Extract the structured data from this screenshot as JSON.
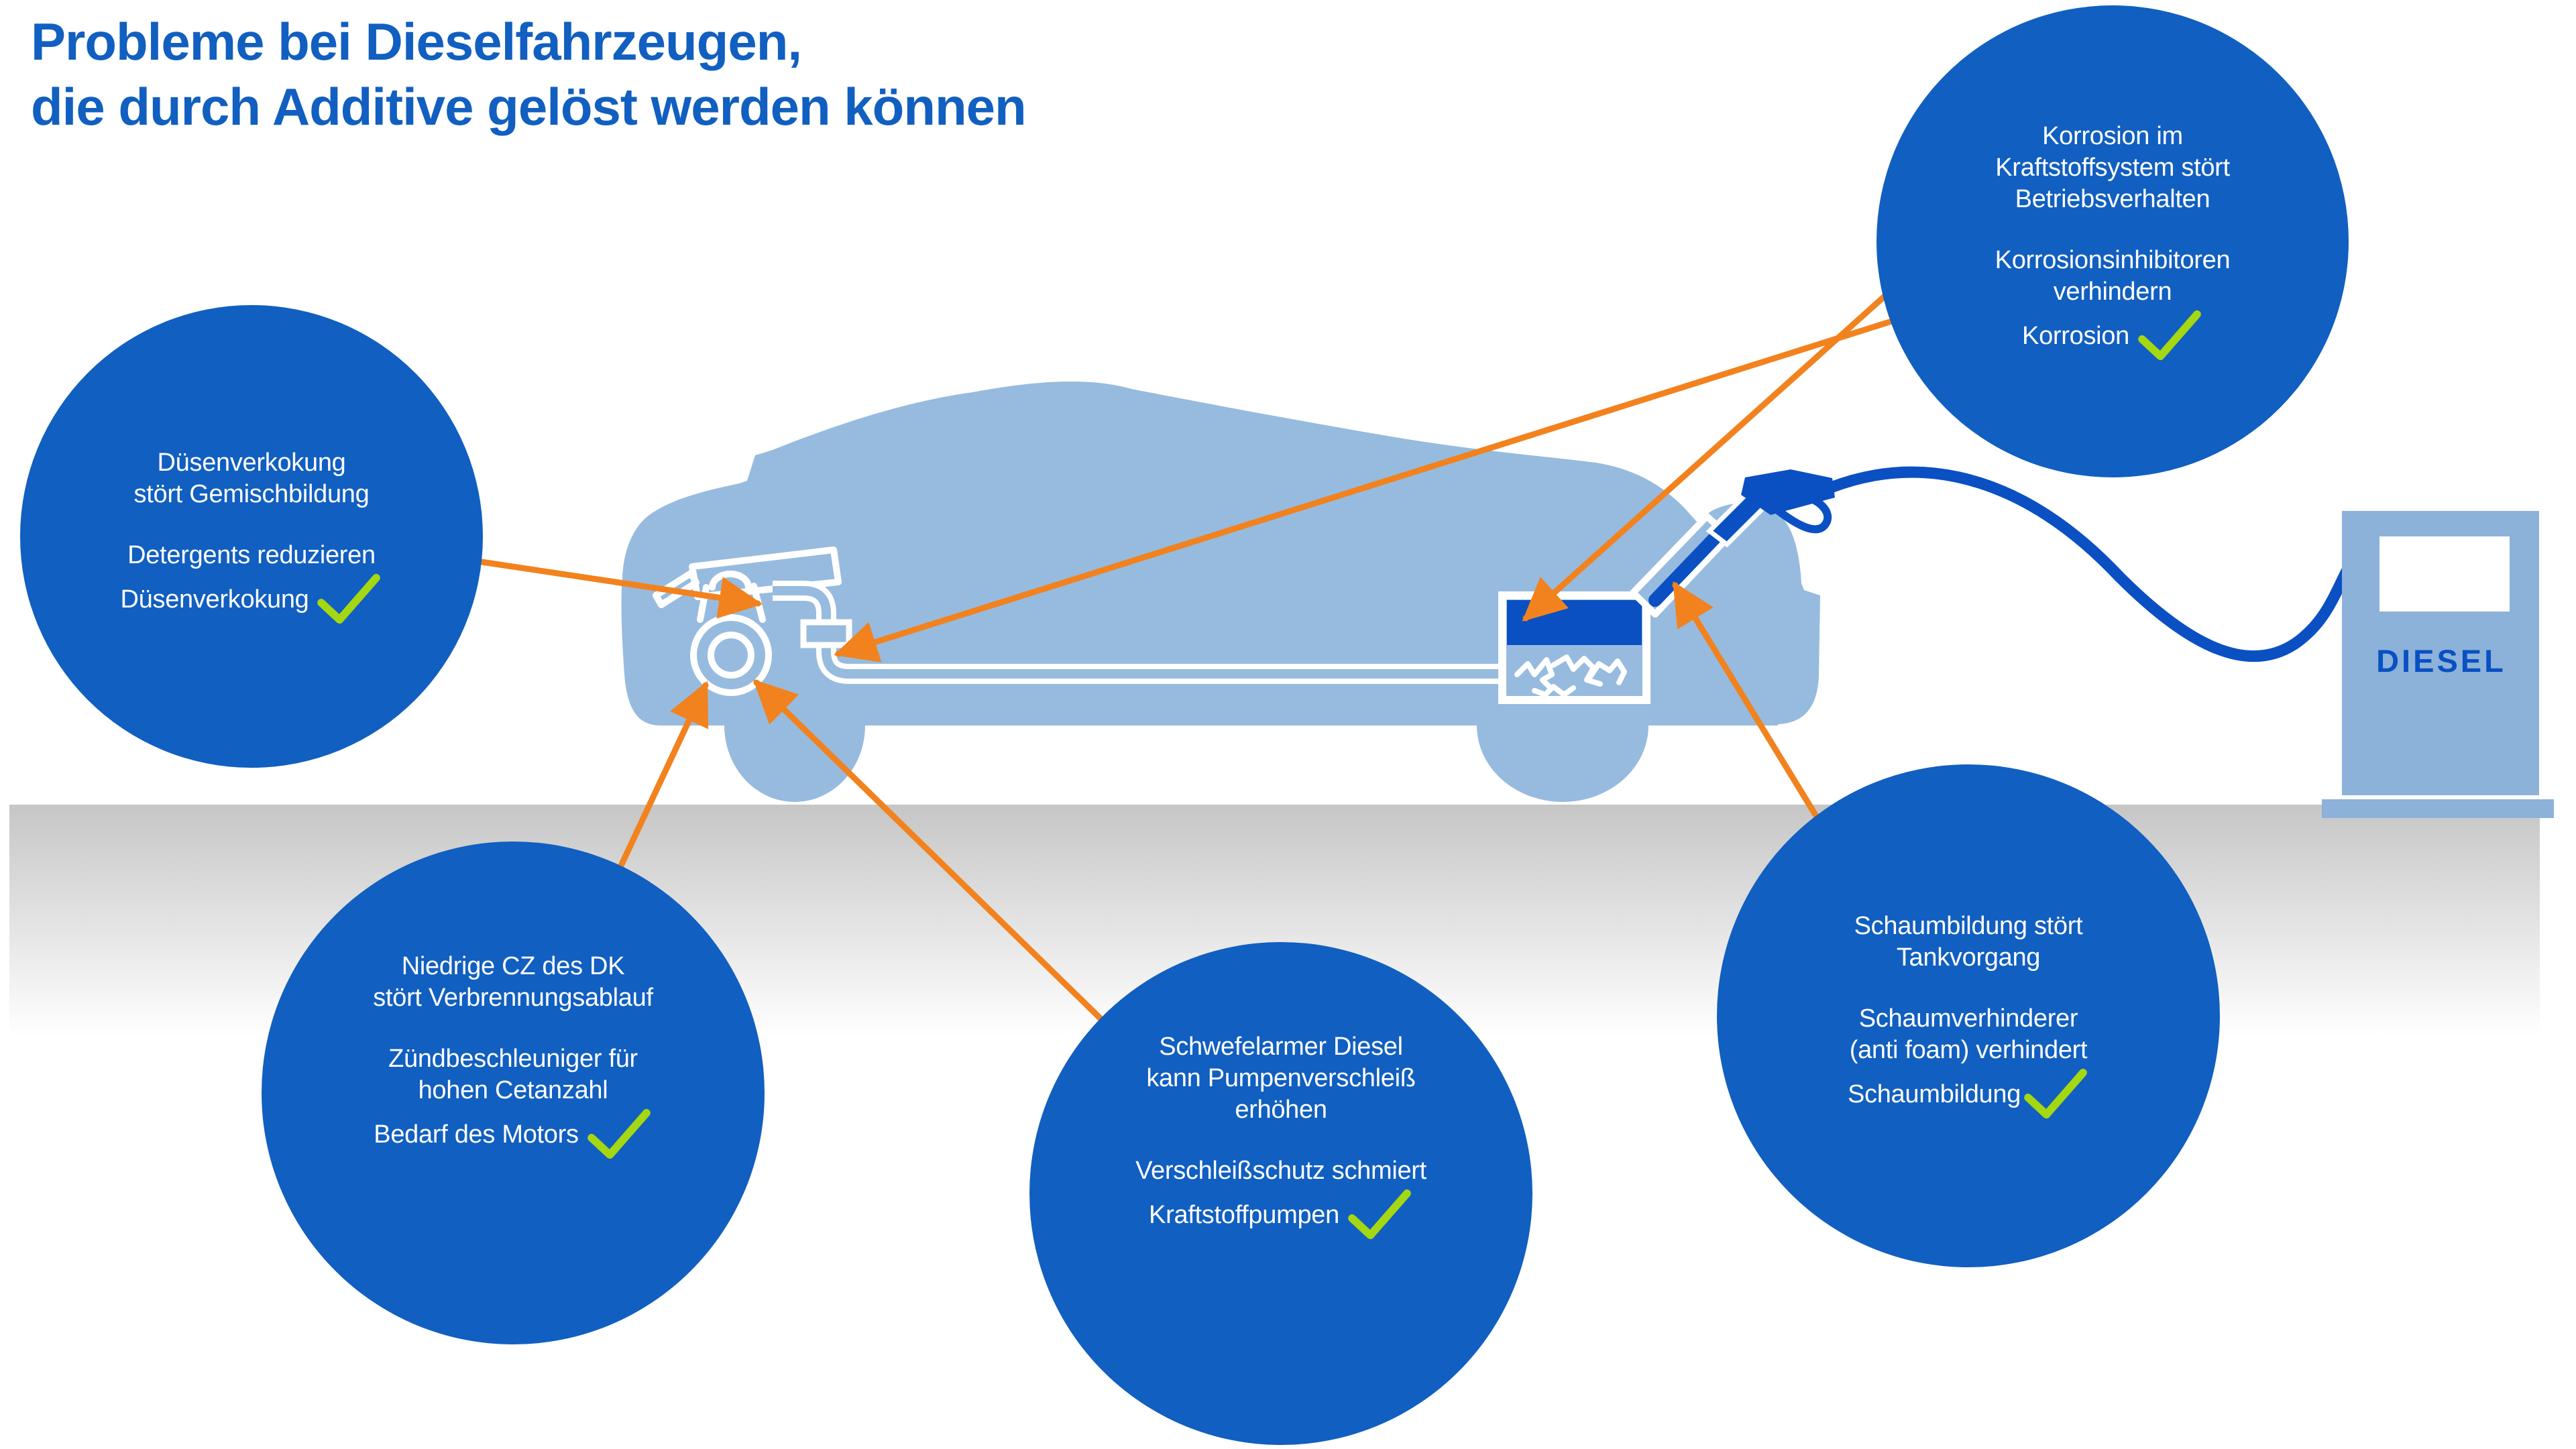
{
  "title": {
    "line1": "Probleme bei Dieselfahrzeugen,",
    "line2": "die durch Additive gelöst werden können"
  },
  "bubbles": [
    {
      "id": "duesenverkokung",
      "problem": "Düsenverkokung\nstört Gemischbildung",
      "solution": "Detergents reduzieren\nDüsenverkokung"
    },
    {
      "id": "korrosion",
      "problem": "Korrosion im\nKraftstoffsystem stört\nBetriebsverhalten",
      "solution": "Korrosionsinhibitoren\nverhindern\nKorrosion"
    },
    {
      "id": "cetanzahl",
      "problem": "Niedrige CZ des DK\nstört Verbrennungsablauf",
      "solution": "Zündbeschleuniger für\nhohen Cetanzahl\nBedarf des Motors"
    },
    {
      "id": "pumpenverschleiss",
      "problem": "Schwefelarmer Diesel\nkann Pumpenverschleiß\nerhöhen",
      "solution": "Verschleißschutz schmiert\nKraftstoffpumpen"
    },
    {
      "id": "schaumbildung",
      "problem": "Schaumbildung stört\nTankvorgang",
      "solution": "Schaumverhinderer\n(anti foam) verhindert\nSchaumbildung"
    }
  ],
  "pump": {
    "label": "DIESEL"
  },
  "icons": {
    "check_icon": "✓"
  },
  "colors": {
    "accent_blue": "#115fc0",
    "dark_blue": "#0a50c3",
    "light_blue": "#97bbdf",
    "pump_blue": "#8cb2d9",
    "orange": "#f2821e",
    "check_green": "#a5d713",
    "ground_gray": "#c6c6c6"
  }
}
